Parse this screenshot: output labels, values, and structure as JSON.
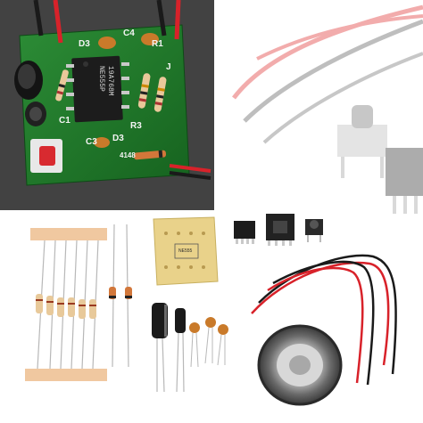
{
  "photo": {
    "board_labels": {
      "d3": "D3",
      "c4": "C4",
      "r1": "R1",
      "c1": "C1",
      "c3": "C3",
      "d3b": "D3",
      "r3": "R3",
      "j": "J",
      "code": "4148"
    },
    "ic_marking": {
      "line1": "19A768M",
      "line2": "NE555P"
    },
    "kit_board_label": "NE555",
    "colors": {
      "pcb_green": "#1f7a2a",
      "pcb_yellow": "#e9d28a",
      "wire_red": "#d8222a",
      "wire_black": "#1a1a1a",
      "paper_tape": "#f0c8a0"
    }
  }
}
